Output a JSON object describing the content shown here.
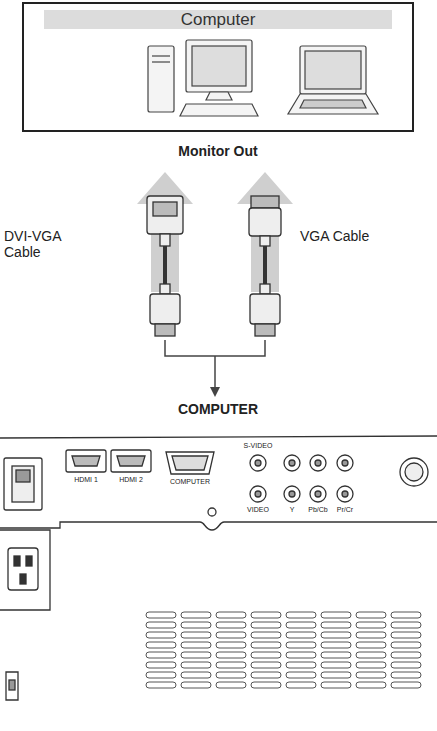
{
  "diagram": {
    "nodes": [
      {
        "text": [
          "Computer"
        ]
      }
    ],
    "labels": [
      "Monitor Out",
      "DVI-VGA Cable",
      "VGA Cable",
      "COMPUTER",
      "HDMI 1",
      "HDMI 2",
      "COMPUTER",
      "S-VIDEO",
      "VIDEO",
      "Y",
      "Pb/Cb",
      "Pr/Cr"
    ]
  }
}
